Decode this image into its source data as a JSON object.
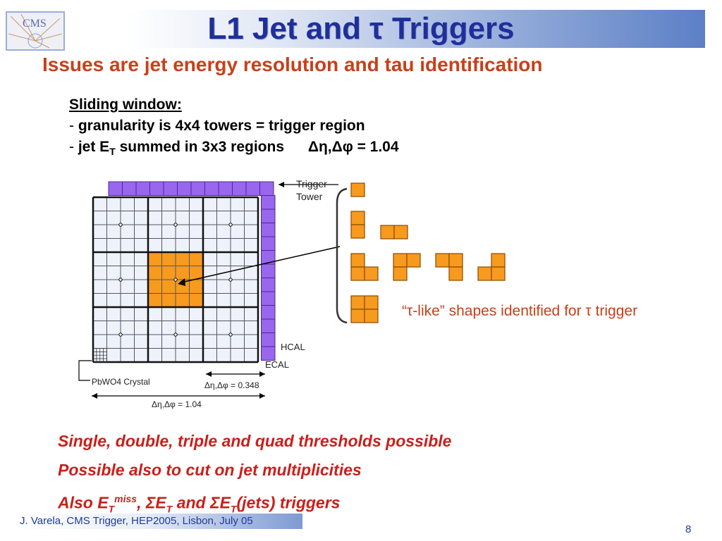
{
  "slide": {
    "title": "L1 Jet and τ Triggers",
    "subtitle": "Issues are jet energy resolution and tau identification",
    "logo_text": "CMS",
    "sliding_window": {
      "heading": "Sliding window:",
      "line1_dash": "-",
      "line1_text": "granularity is 4x4 towers = trigger region",
      "line2_dash": "-",
      "line2_pre": "jet E",
      "line2_sub": "T",
      "line2_mid": " summed in 3x3 regions",
      "line2_eq": "Δη,Δφ = 1.04"
    },
    "diagram": {
      "trigger_tower_line1": "Trigger",
      "trigger_tower_line2": "Tower",
      "hcal_label": "HCAL",
      "ecal_label": "ECAL",
      "crystal_label": "PbWO4 Crystal",
      "small_range": "Δη,Δφ = 0.348",
      "large_range": "Δη,Δφ = 1.04",
      "tau_shapes_label": "“τ-like” shapes identified for τ trigger"
    },
    "bullets": {
      "b1": "Single, double, triple and quad thresholds possible",
      "b2": "Possible also to cut on jet multiplicities",
      "b3_pre": "Also E",
      "b3_sub1": "T",
      "b3_sup": "miss",
      "b3_mid1": ", ΣE",
      "b3_sub2": "T",
      "b3_mid2": " and ΣE",
      "b3_sub3": "T",
      "b3_end": "(jets) triggers"
    },
    "footer": "J. Varela, CMS Trigger, HEP2005, Lisbon, July 05",
    "page_number": "8"
  },
  "colors": {
    "title": "#1f2f9a",
    "subtitle": "#c8401a",
    "hcal": "#9966ee",
    "tower_orange": "#f79a1e",
    "grid_fill": "#eef2fa"
  }
}
